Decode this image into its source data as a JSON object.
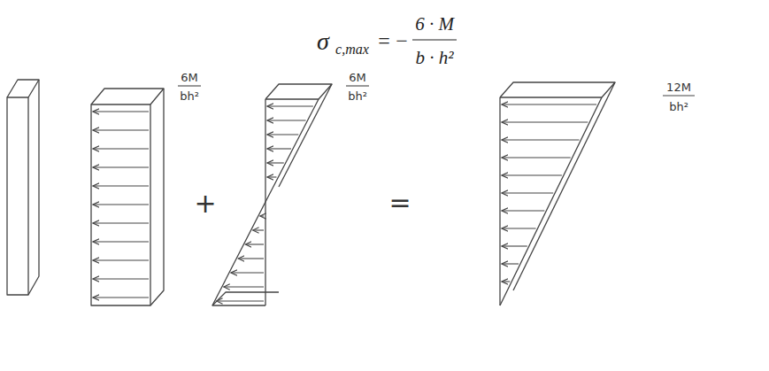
{
  "diagram": {
    "labels": [
      "σ",
      "c,max",
      "=",
      "−",
      "6 · M",
      "b · h²",
      "6M",
      "bh²",
      "+",
      "6M",
      "bh²",
      "=",
      "12M",
      "bh²"
    ]
  }
}
